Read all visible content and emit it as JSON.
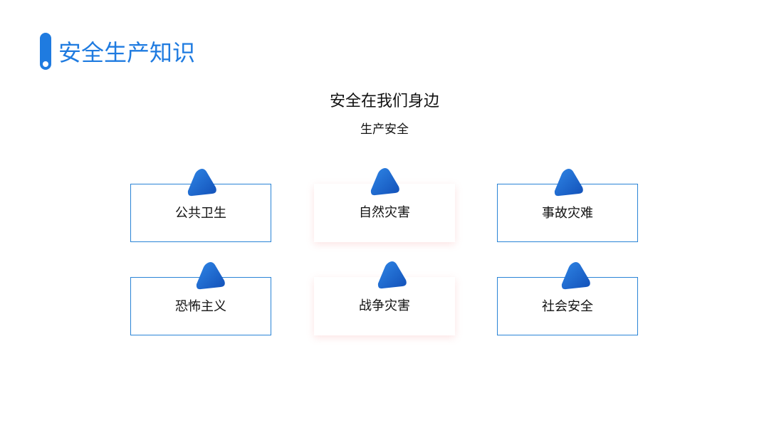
{
  "header": {
    "title": "安全生产知识"
  },
  "main": {
    "heading": "安全在我们身边",
    "subheading": "生产安全"
  },
  "cards": [
    {
      "label": "公共卫生"
    },
    {
      "label": "自然灾害"
    },
    {
      "label": "事故灾难"
    },
    {
      "label": "恐怖主义"
    },
    {
      "label": "战争灾害"
    },
    {
      "label": "社会安全"
    }
  ],
  "colors": {
    "accent": "#1f7be0",
    "card_border": "#2a84d6",
    "tab_light": "#2f86e6",
    "tab_dark": "#1250b8"
  }
}
